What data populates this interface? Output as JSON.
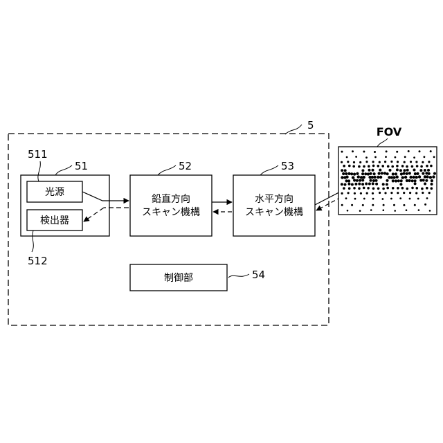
{
  "system": {
    "ref": "5"
  },
  "light_unit": {
    "ref": "51"
  },
  "light_source": {
    "ref": "511",
    "label": "光源"
  },
  "detector": {
    "ref": "512",
    "label": "検出器"
  },
  "vertical_scan": {
    "ref": "52",
    "label_line1": "鉛直方向",
    "label_line2": "スキャン機構"
  },
  "horizontal_scan": {
    "ref": "53",
    "label_line1": "水平方向",
    "label_line2": "スキャン機構"
  },
  "controller": {
    "ref": "54",
    "label": "制御部"
  },
  "fov": {
    "label": "FOV"
  }
}
